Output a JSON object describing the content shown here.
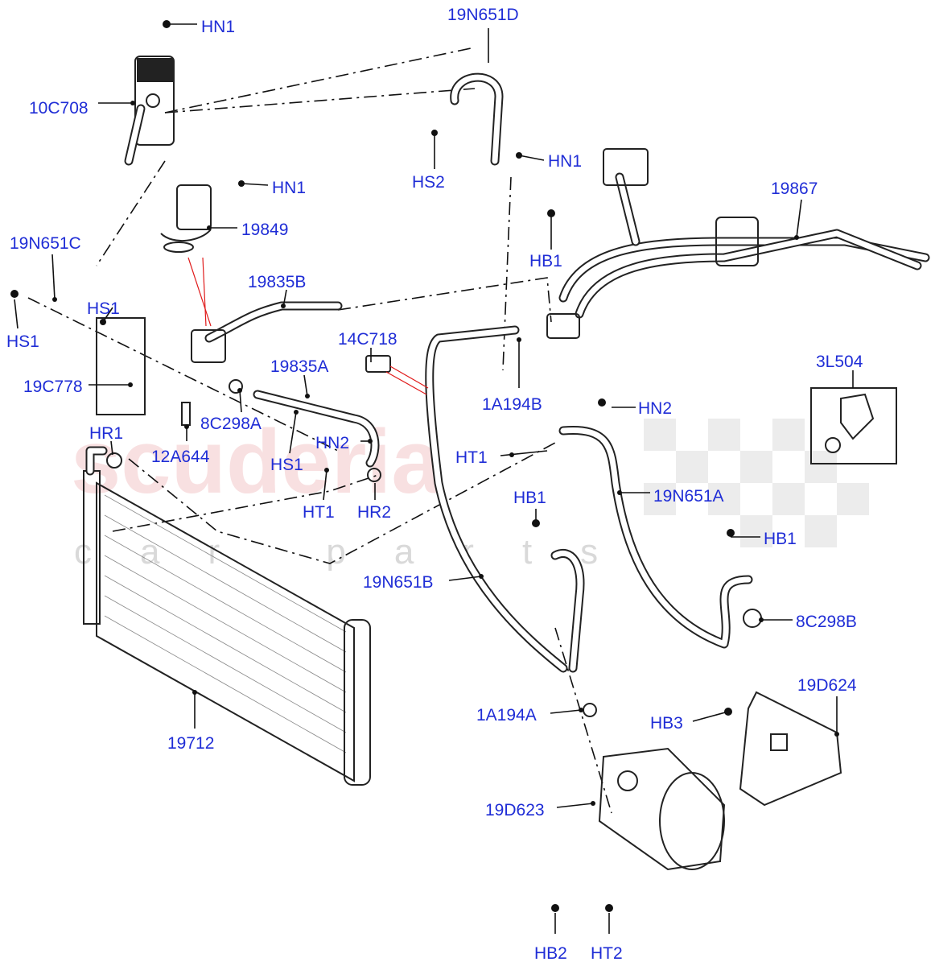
{
  "watermark": {
    "line1": "scuderia",
    "line2": "car parts"
  },
  "labels": {
    "hn1_top": "HN1",
    "c10c708": "10C708",
    "c19n651d": "19N651D",
    "hs2": "HS2",
    "hn1_mid": "HN1",
    "hn1_valve": "HN1",
    "c19849": "19849",
    "c19867": "19867",
    "c19n651c": "19N651C",
    "hb1_top": "HB1",
    "c19835b": "19835B",
    "hs1_left": "HS1",
    "hs1_bracket": "HS1",
    "c14c718": "14C718",
    "c3l504": "3L504",
    "c19c778": "19C778",
    "c19835a": "19835A",
    "c1a194b": "1A194B",
    "c8c298a": "8C298A",
    "hn2_top": "HN2",
    "hr1": "HR1",
    "hn2_mid": "HN2",
    "ht1_right": "HT1",
    "c12a644": "12A644",
    "hs1_low": "HS1",
    "c19n651a": "19N651A",
    "ht1_left": "HT1",
    "hr2": "HR2",
    "hb1_mid": "HB1",
    "hb1_right": "HB1",
    "c19n651b": "19N651B",
    "c8c298b": "8C298B",
    "c19d624": "19D624",
    "c1a194a": "1A194A",
    "hb3": "HB3",
    "c19712": "19712",
    "c19d623": "19D623",
    "hb2": "HB2",
    "ht2": "HT2"
  },
  "colors": {
    "label": "#1f2dd6",
    "linework": "#222222",
    "callout_red": "#e01b1b",
    "watermark": "#f3c7c9"
  }
}
